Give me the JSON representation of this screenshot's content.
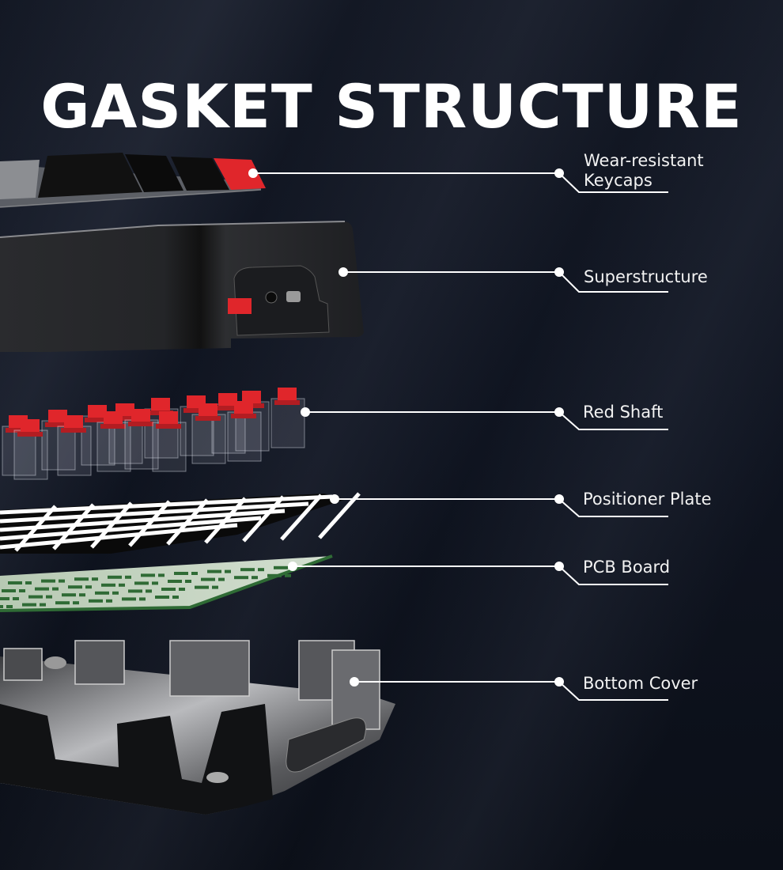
{
  "title": "GASKET STRUCTURE",
  "colors": {
    "background": "#0e121b",
    "text": "#ffffff",
    "keycap_red": "#e0262b",
    "pcb_green": "#2f6b35",
    "pcb_surface": "#c8d6c4"
  },
  "layers": [
    {
      "id": "keycaps",
      "label_line1": "Wear-resistant",
      "label_line2": "Keycaps"
    },
    {
      "id": "superstructure",
      "label_line1": "Superstructure"
    },
    {
      "id": "red-shaft",
      "label_line1": "Red Shaft"
    },
    {
      "id": "positioner-plate",
      "label_line1": "Positioner Plate"
    },
    {
      "id": "pcb-board",
      "label_line1": "PCB Board"
    },
    {
      "id": "bottom-cover",
      "label_line1": "Bottom Cover"
    }
  ]
}
